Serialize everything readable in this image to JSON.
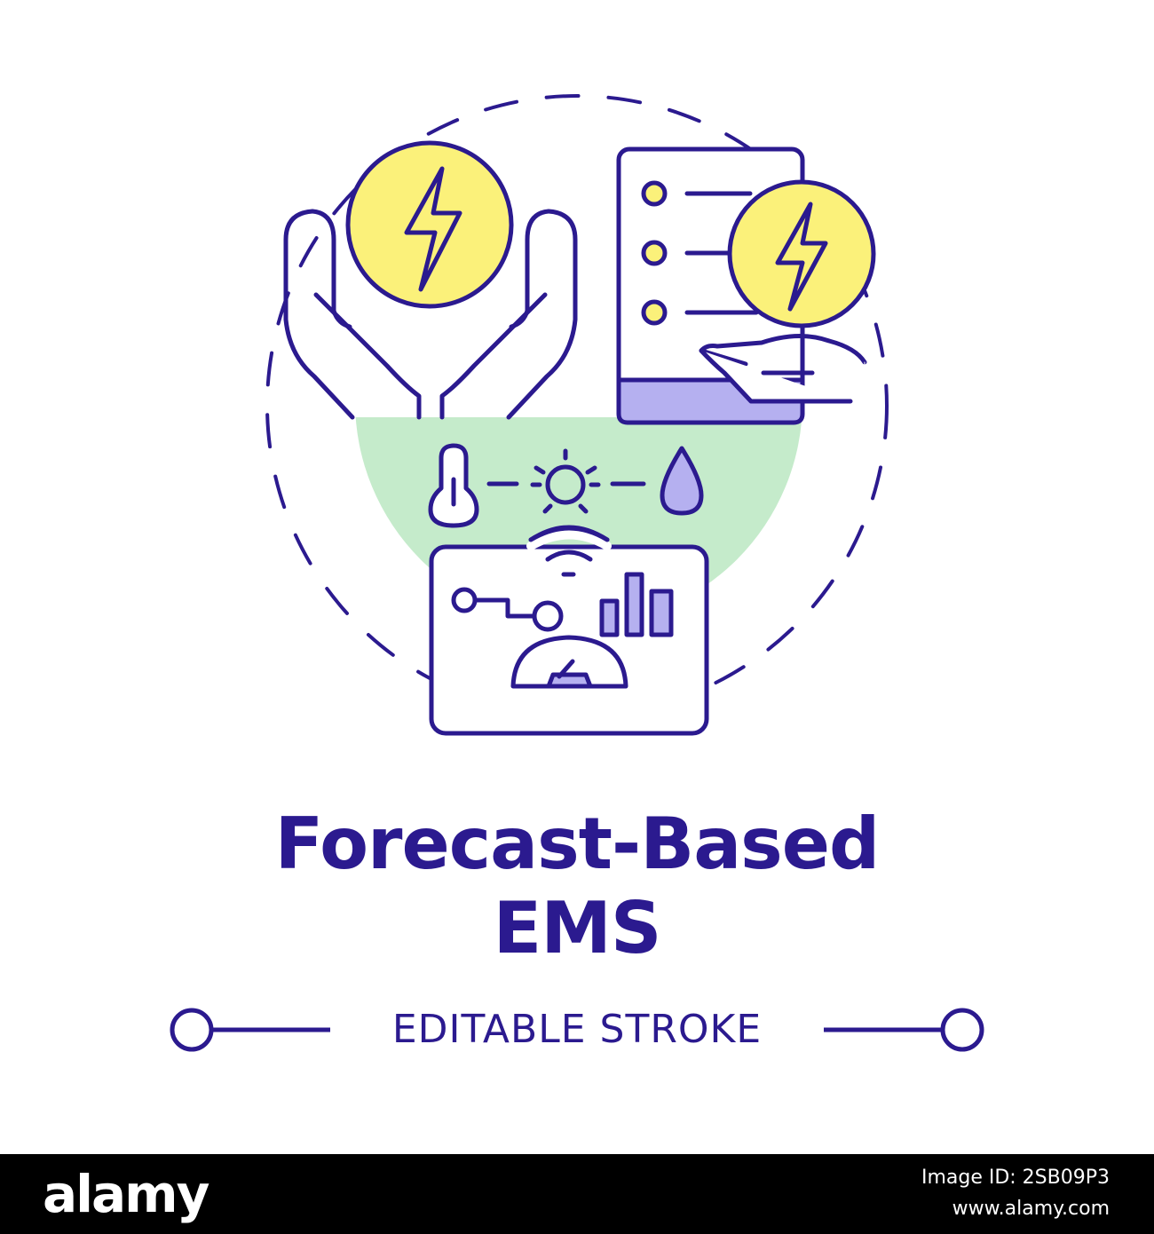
{
  "concept": {
    "title_line1": "Forecast-Based",
    "title_line2": "EMS",
    "tagline": "EDITABLE STROKE"
  },
  "colors": {
    "stroke": "#2b1a8f",
    "yellow": "#fbf17a",
    "purple": "#b5b0f0",
    "green": "#c5ebcb",
    "background": "#ffffff",
    "footer": "#000000"
  },
  "icons": [
    "lightning-coin-icon",
    "caring-hands-icon",
    "checklist-document-icon",
    "hand-offering-icon",
    "thermometer-icon",
    "sun-icon",
    "water-drop-icon",
    "wireless-signal-icon",
    "dashboard-panel-icon",
    "bar-chart-icon",
    "gauge-icon"
  ],
  "footer": {
    "brand": "alamy",
    "image_id": "Image ID: 2SB09P3",
    "url": "www.alamy.com"
  }
}
